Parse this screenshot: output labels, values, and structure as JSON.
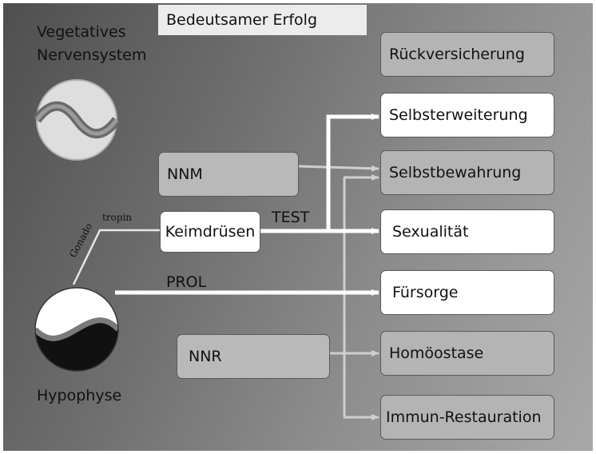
{
  "header": {
    "title": "Bedeutsamer Erfolg"
  },
  "vegetative": {
    "line1": "Vegetatives",
    "line2": "Nervensystem"
  },
  "sources": {
    "nnm": "NNM",
    "keimdruesen": "Keimdrüsen",
    "nnr": "NNR",
    "hypophyse": "Hypophyse"
  },
  "connectors": {
    "test": "TEST",
    "prol": "PROL",
    "gonado": "Gonado",
    "tropin": "tropin"
  },
  "targets": [
    {
      "label": "Rückversicherung",
      "style": "grey"
    },
    {
      "label": "Selbsterweiterung",
      "style": "white"
    },
    {
      "label": "Selbstbewahrung",
      "style": "grey"
    },
    {
      "label": "Sexualität",
      "style": "white"
    },
    {
      "label": "Fürsorge",
      "style": "white"
    },
    {
      "label": "Homöostase",
      "style": "grey"
    },
    {
      "label": "Immun-Restauration",
      "style": "grey"
    }
  ],
  "colors": {
    "thick_arrow": "#ffffff",
    "thin_arrow": "#cfcfcf",
    "box_white": "#ffffff",
    "box_grey": "#b4b4b4"
  }
}
